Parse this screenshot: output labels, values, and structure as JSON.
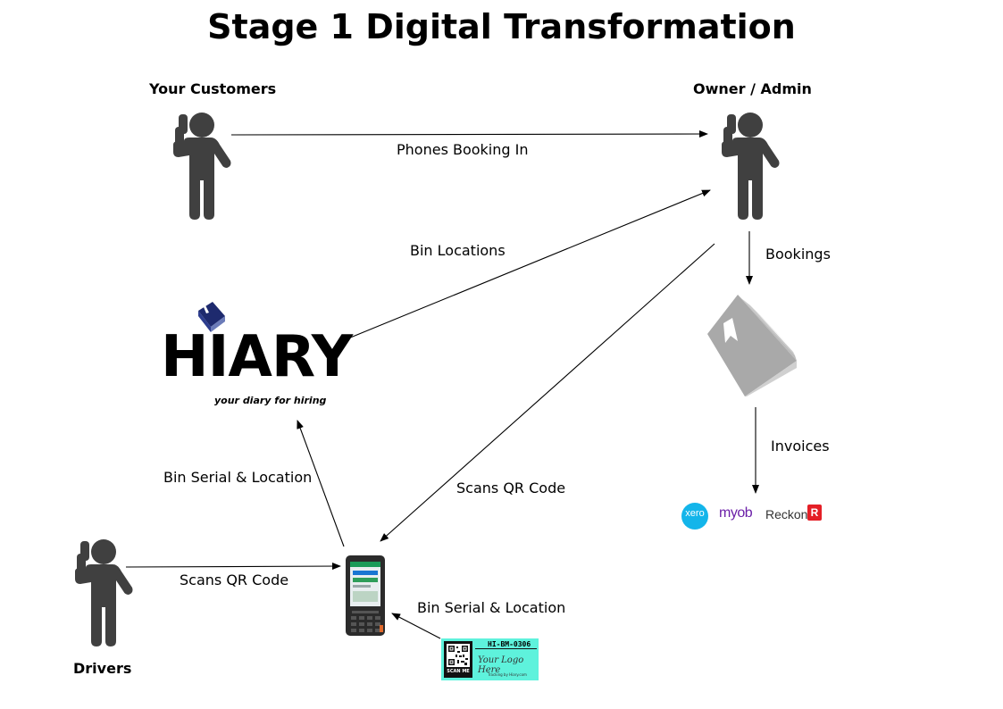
{
  "title": "Stage 1 Digital Transformation",
  "actors": {
    "customers": "Your Customers",
    "owner": "Owner / Admin",
    "drivers": "Drivers"
  },
  "edges": {
    "phones_booking": "Phones Booking In",
    "bin_locations": "Bin Locations",
    "bookings": "Bookings",
    "invoices": "Invoices",
    "bin_serial_location_up": "Bin Serial & Location",
    "scans_qr_owner": "Scans QR Code",
    "scans_qr_driver": "Scans QR Code",
    "bin_serial_location_tag": "Bin Serial & Location"
  },
  "hiary": {
    "wordmark": "HIARY",
    "tagline": "your diary for hiring"
  },
  "accounting": {
    "xero": "xero",
    "myob": "myob",
    "reckon": "Reckon",
    "reckon_badge": "R"
  },
  "qr_tag": {
    "serial": "HI-BM-0306",
    "logo_text": "Your Logo Here",
    "scan_me": "SCAN ME",
    "footer": "Tracking by Hiary.com"
  },
  "colors": {
    "person": "#404040",
    "book": "#a9a9a9",
    "hiary_book": "#1e2a6e",
    "xero": "#13b5ea",
    "myob": "#6b1fa8",
    "reckon": "#e41f26",
    "tag_bg": "#5ef2dc"
  }
}
